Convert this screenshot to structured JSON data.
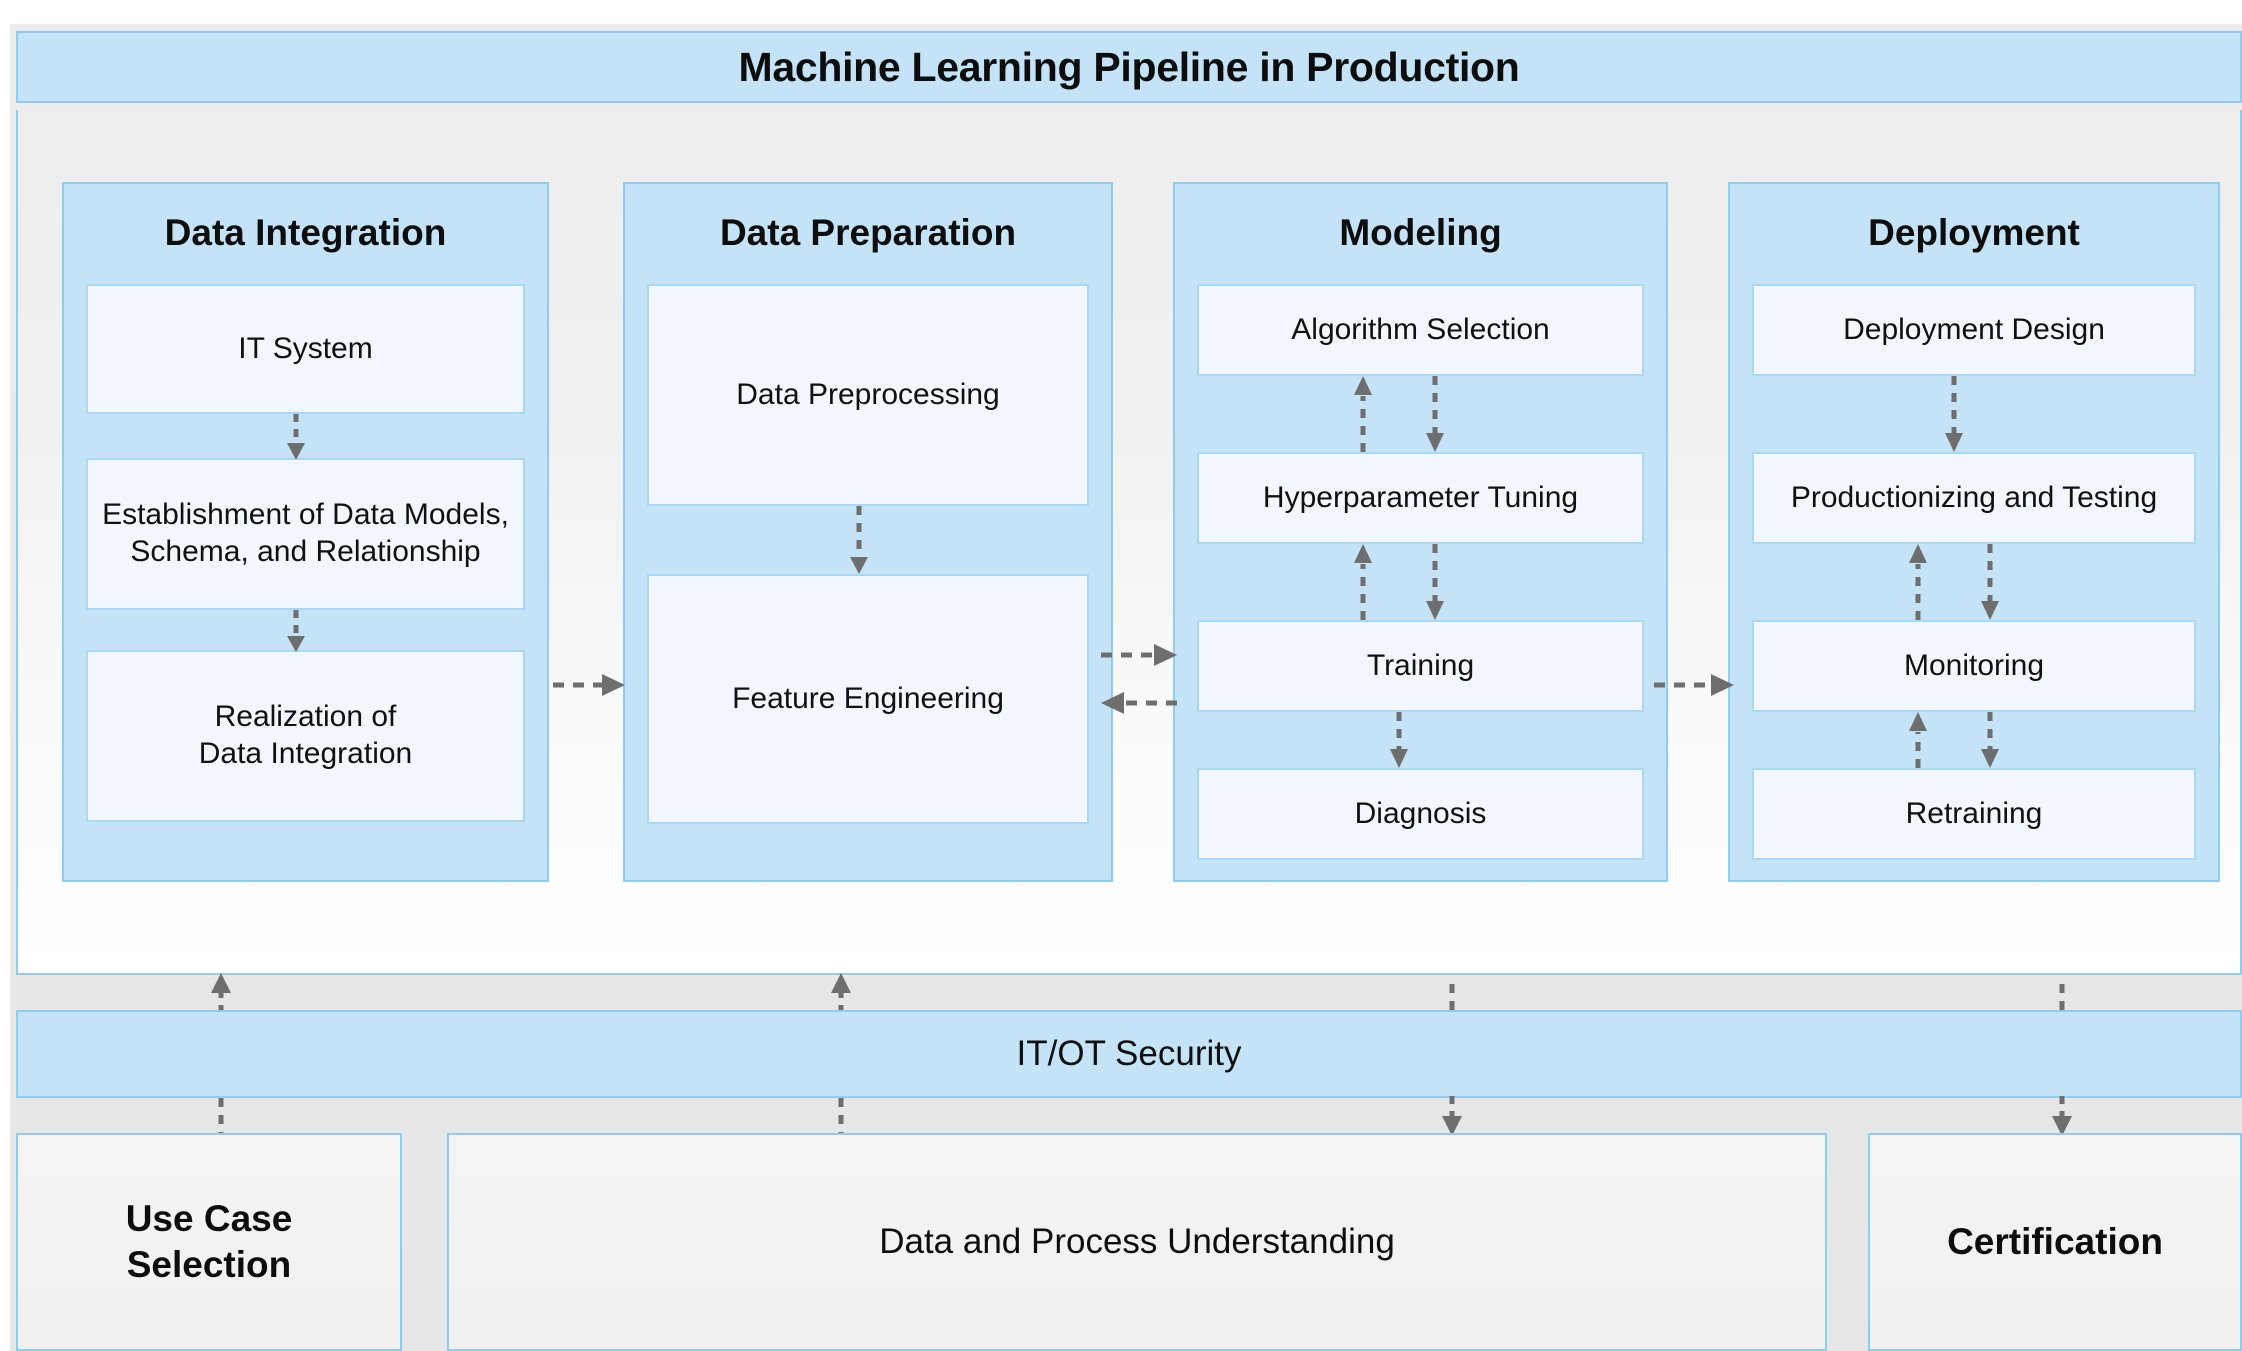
{
  "title": "Machine Learning Pipeline in Production",
  "colors": {
    "stage_fill": "#c4e3f6",
    "stage_border": "#8ecdf0",
    "step_fill": "#f2f7fd",
    "step_border": "#a9d8f4",
    "band": "#e6e6e6",
    "page_bg": "#e9e9e9",
    "arrow": "#6e6e6e",
    "text": "#101010"
  },
  "stages": [
    {
      "title": "Data Integration",
      "steps": [
        {
          "label": "IT System"
        },
        {
          "label": "Establishment of Data Models, Schema, and Relationship"
        },
        {
          "label": "Realization of\nData Integration"
        }
      ]
    },
    {
      "title": "Data Preparation",
      "steps": [
        {
          "label": "Data Preprocessing"
        },
        {
          "label": "Feature Engineering"
        }
      ]
    },
    {
      "title": "Modeling",
      "steps": [
        {
          "label": "Algorithm Selection"
        },
        {
          "label": "Hyperparameter Tuning"
        },
        {
          "label": "Training"
        },
        {
          "label": "Diagnosis"
        }
      ]
    },
    {
      "title": "Deployment",
      "steps": [
        {
          "label": "Deployment Design"
        },
        {
          "label": "Productionizing and Testing"
        },
        {
          "label": "Monitoring"
        },
        {
          "label": "Retraining"
        }
      ]
    }
  ],
  "security_bar": {
    "label": "IT/OT Security"
  },
  "bottom_row": [
    {
      "label": "Use Case\nSelection"
    },
    {
      "label": "Data and Process Understanding"
    },
    {
      "label": "Certification"
    }
  ],
  "connectors": {
    "between_stages": [
      {
        "from": "Data Integration",
        "to": "Data Preparation",
        "direction": "right",
        "style": "dashed"
      },
      {
        "from": "Data Preparation",
        "to": "Modeling",
        "direction": "bidirectional",
        "style": "dashed"
      },
      {
        "from": "Modeling",
        "to": "Deployment",
        "direction": "right",
        "style": "dashed"
      }
    ],
    "to_security": [
      {
        "stage": "Data Integration",
        "direction": "up",
        "style": "dashed"
      },
      {
        "stage": "Data Preparation",
        "direction": "up",
        "style": "dashed"
      },
      {
        "stage": "Modeling",
        "direction": "up-line",
        "style": "dashed"
      },
      {
        "stage": "Deployment",
        "direction": "up-line",
        "style": "dashed"
      }
    ],
    "from_security": [
      {
        "target": "Use Case Selection",
        "direction": "down-line",
        "style": "dashed"
      },
      {
        "target": "Data and Process Understanding",
        "direction": "down-line",
        "style": "dashed"
      },
      {
        "target": "Data and Process Understanding",
        "direction": "down",
        "style": "dashed"
      },
      {
        "target": "Certification",
        "direction": "down",
        "style": "dashed"
      }
    ]
  }
}
